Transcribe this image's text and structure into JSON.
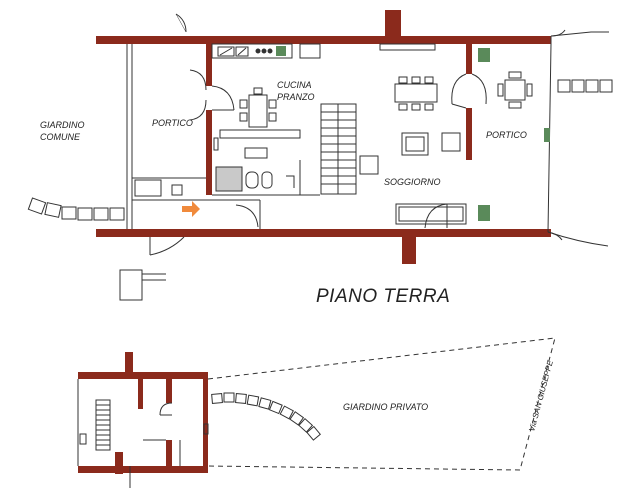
{
  "labels": {
    "giardino_comune_1": "GIARDINO",
    "giardino_comune_2": "COMUNE",
    "portico_west": "PORTICO",
    "cucina_1": "CUCINA",
    "cucina_2": "PRANZO",
    "soggiorno": "SOGGIORNO",
    "portico_east": "PORTICO",
    "piano_terra": "PIANO TERRA",
    "giardino_privato": "GIARDINO PRIVATO",
    "via": "Via SAN GIUSEPPE"
  },
  "colors": {
    "wall": "#8b2a1c",
    "line": "#333333",
    "bg": "#ffffff",
    "arrow": "#f08a3c",
    "stair_green": "#5a8a5a"
  },
  "icons": {
    "entrance_arrow": "orange-arrow-right",
    "stairs": "stair-flight"
  }
}
